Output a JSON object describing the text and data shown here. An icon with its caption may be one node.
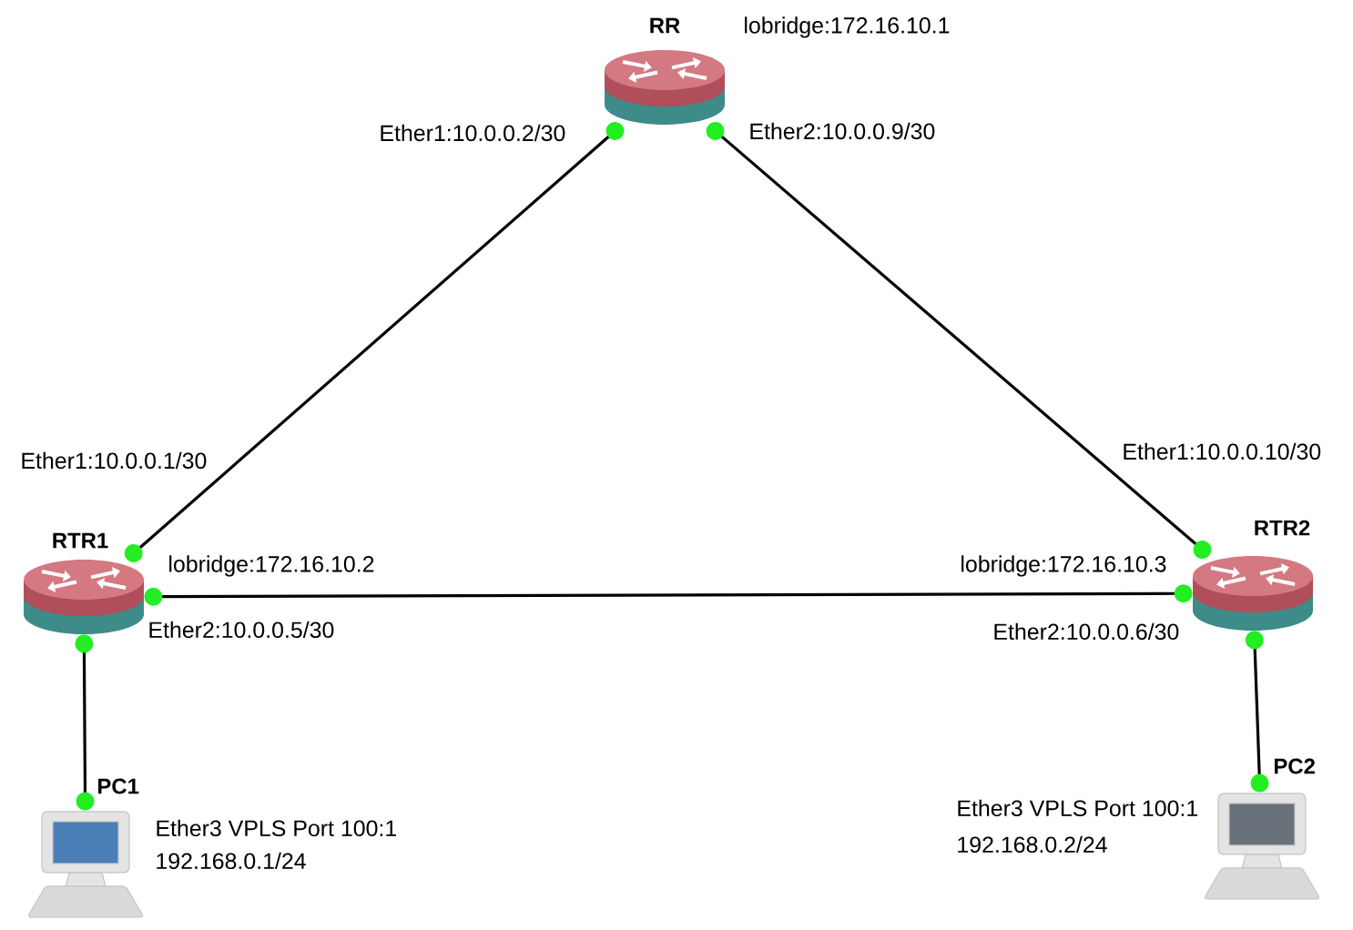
{
  "diagram": {
    "nodes": [
      {
        "text": [
          "RR"
        ],
        "beside": [
          "lobridge:172.16.10.1"
        ]
      },
      {
        "text": [
          "RTR1"
        ],
        "beside": [
          "lobridge:172.16.10.2"
        ]
      },
      {
        "text": [
          "RTR2"
        ],
        "beside": [
          "lobridge:172.16.10.3"
        ]
      },
      {
        "text": [
          "PC1"
        ],
        "beside": [
          "Ether3 VPLS Port 100:1",
          "192.168.0.1/24"
        ]
      },
      {
        "text": [
          "PC2"
        ],
        "beside": [
          "Ether3 VPLS Port 100:1",
          "192.168.0.2/24"
        ]
      }
    ],
    "edges": [
      {
        "from": 0,
        "to": 1,
        "arrow": "other"
      },
      {
        "from": 0,
        "to": 2,
        "arrow": "other"
      },
      {
        "from": 1,
        "to": 2,
        "arrow": "other"
      },
      {
        "from": 1,
        "to": 3,
        "arrow": "other"
      },
      {
        "from": 2,
        "to": 4,
        "arrow": "other"
      }
    ],
    "labels": [
      "Ether1:10.0.0.2/30",
      "Ether2:10.0.0.9/30",
      "Ether1:10.0.0.1/30",
      "Ether1:10.0.0.10/30",
      "Ether2:10.0.0.5/30",
      "Ether2:10.0.0.6/30"
    ]
  }
}
